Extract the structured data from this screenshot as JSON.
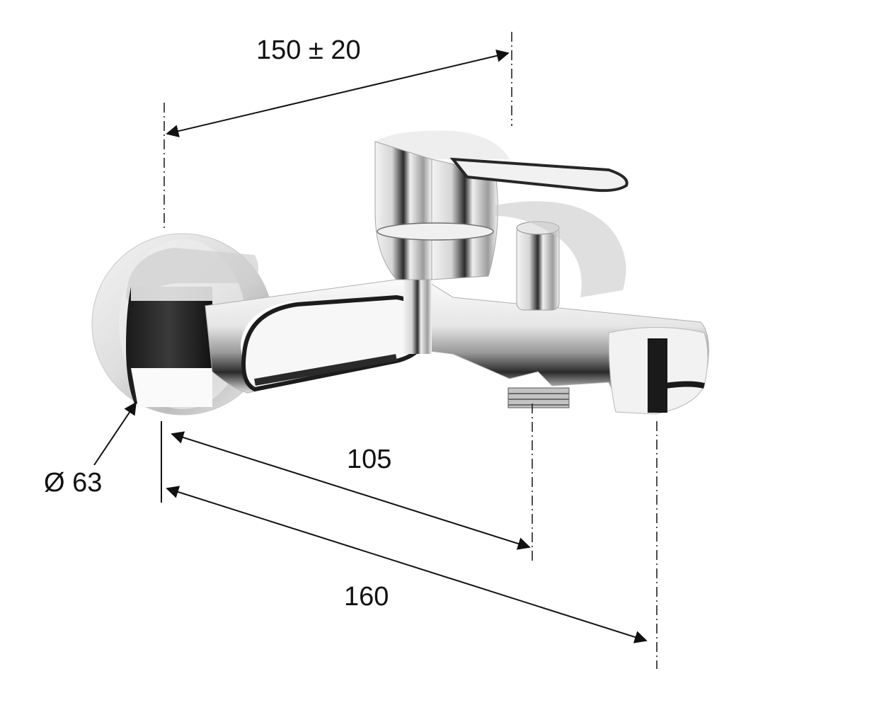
{
  "dimensions": {
    "wall_spacing": "150 ± 20",
    "to_outlet": "105",
    "to_spout": "160",
    "rosette_diameter": "Ø 63"
  },
  "colors": {
    "line": "#111111",
    "chrome_light": "#f4f4f4",
    "chrome_mid": "#b9b9b9",
    "chrome_dark": "#1e1e1e"
  }
}
